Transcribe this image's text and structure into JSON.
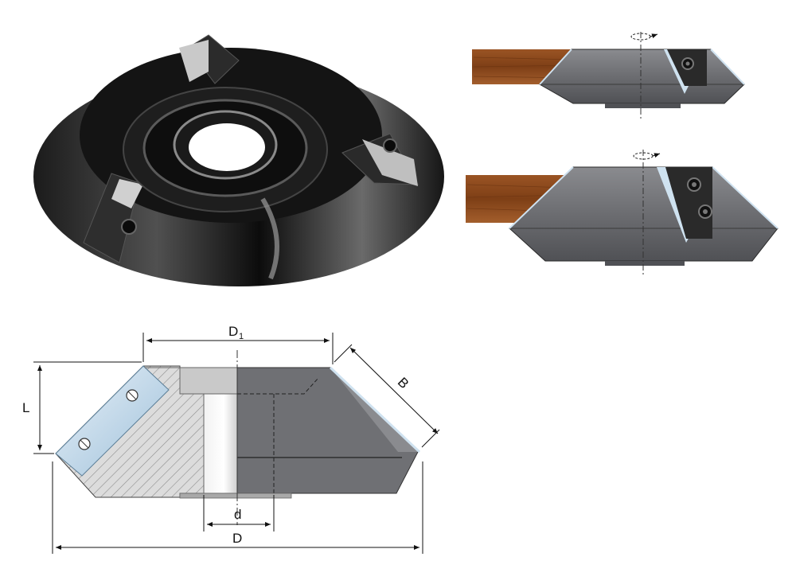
{
  "diagram": {
    "labels": {
      "D1_main": "D",
      "D1_sub": "1",
      "B": "B",
      "L": "L",
      "d": "d",
      "D": "D"
    },
    "colors": {
      "cutter_black": "#1a1a1a",
      "body_grey": "#6d6e72",
      "wood_brown": "#8b4a1e",
      "blade_blue": "#cfe2f0",
      "hatch_grey": "#d6d6d6"
    }
  }
}
